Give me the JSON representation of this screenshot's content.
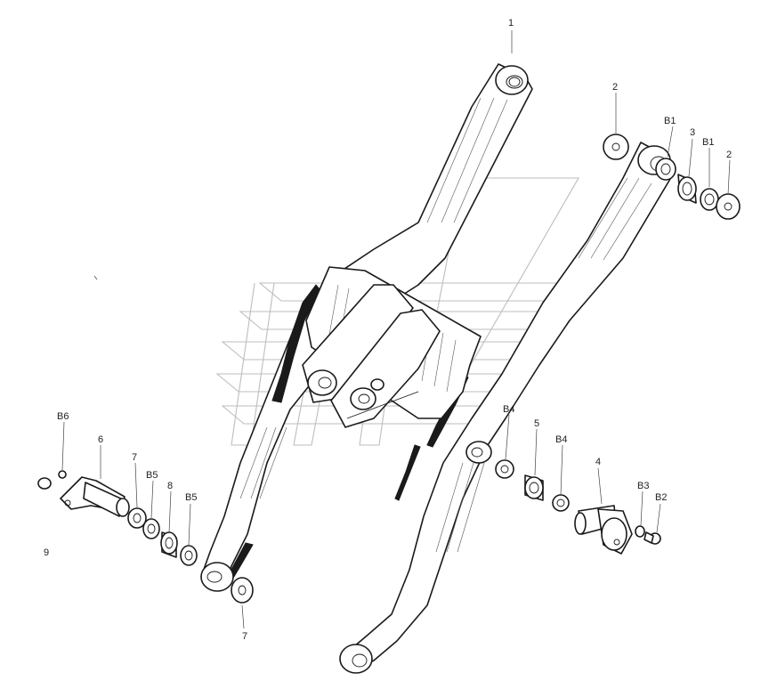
{
  "diagram": {
    "type": "exploded parts diagram",
    "colors": {
      "ink": "#1a1a1a",
      "background": "#ffffff",
      "watermark": "#bdbdbd"
    },
    "callouts": [
      {
        "id": "c-1",
        "text": "1"
      },
      {
        "id": "c-2a",
        "text": "2"
      },
      {
        "id": "c-b1a",
        "text": "B1"
      },
      {
        "id": "c-3",
        "text": "3"
      },
      {
        "id": "c-b1b",
        "text": "B1"
      },
      {
        "id": "c-2b",
        "text": "2"
      },
      {
        "id": "c-b6",
        "text": "B6"
      },
      {
        "id": "c-6",
        "text": "6"
      },
      {
        "id": "c-7a",
        "text": "7"
      },
      {
        "id": "c-b5a",
        "text": "B5"
      },
      {
        "id": "c-8",
        "text": "8"
      },
      {
        "id": "c-b5b",
        "text": "B5"
      },
      {
        "id": "c-9",
        "text": "9"
      },
      {
        "id": "c-7b",
        "text": "7"
      },
      {
        "id": "c-b4a",
        "text": "B4"
      },
      {
        "id": "c-5",
        "text": "5"
      },
      {
        "id": "c-b4b",
        "text": "B4"
      },
      {
        "id": "c-4",
        "text": "4"
      },
      {
        "id": "c-b3",
        "text": "B3"
      },
      {
        "id": "c-b2",
        "text": "B2"
      }
    ]
  }
}
